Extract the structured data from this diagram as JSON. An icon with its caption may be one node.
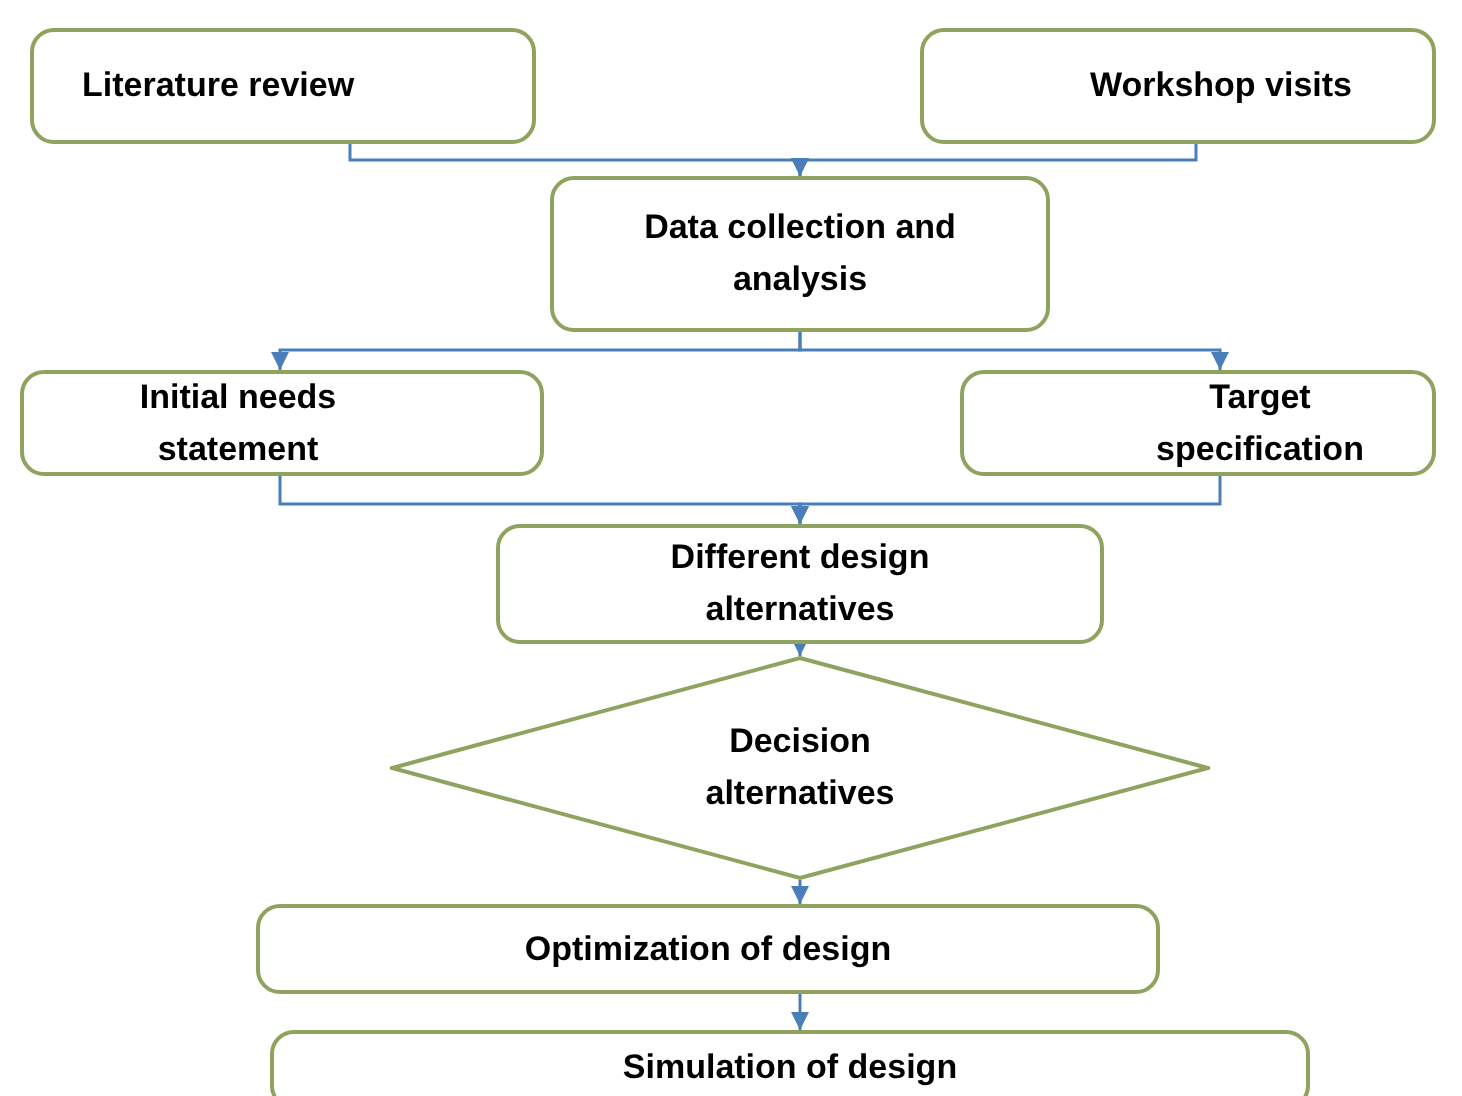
{
  "diagram": {
    "nodes": [
      {
        "text": [
          "Literature review"
        ]
      },
      {
        "text": [
          "Workshop visits"
        ]
      },
      {
        "text": [
          "Data collection and analysis"
        ]
      },
      {
        "text": [
          "Initial needs statement"
        ]
      },
      {
        "text": [
          "Target specification"
        ]
      },
      {
        "text": [
          "Different design alternatives"
        ]
      },
      {
        "text": [
          "Decision alternatives"
        ]
      },
      {
        "text": [
          "Optimization of design"
        ]
      },
      {
        "text": [
          "Simulation of design"
        ]
      }
    ],
    "edges": [
      {
        "from": 0,
        "to": 2,
        "arrow": "to"
      },
      {
        "from": 1,
        "to": 2,
        "arrow": "to"
      },
      {
        "from": 2,
        "to": 3,
        "arrow": "to"
      },
      {
        "from": 2,
        "to": 4,
        "arrow": "to"
      },
      {
        "from": 3,
        "to": 5,
        "arrow": "to"
      },
      {
        "from": 4,
        "to": 5,
        "arrow": "to"
      },
      {
        "from": 5,
        "to": 6,
        "arrow": "to"
      },
      {
        "from": 6,
        "to": 7,
        "arrow": "to"
      },
      {
        "from": 7,
        "to": 8,
        "arrow": "to"
      }
    ]
  }
}
